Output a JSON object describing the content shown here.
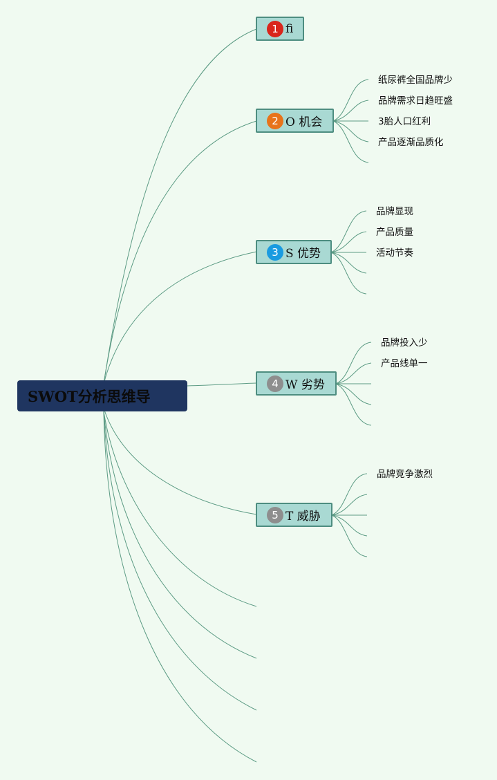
{
  "root": {
    "label": "SWOT分析思维导"
  },
  "colors": {
    "background": "#f0faf1",
    "root_fill": "#1f3560",
    "topic_fill": "#a9d9d3",
    "topic_border": "#4d8d80",
    "connector": "#5c9b84"
  },
  "topics": [
    {
      "number": "1",
      "label": "fi",
      "badge_color": "#d9261c",
      "children": []
    },
    {
      "number": "2",
      "label": "O 机会",
      "badge_color": "#e8731a",
      "children": [
        "纸尿裤全国品牌少",
        "品牌需求日趋旺盛",
        "3胎人口红利",
        "产品逐渐品质化",
        ""
      ]
    },
    {
      "number": "3",
      "label": "S 优势",
      "badge_color": "#1a9be0",
      "children": [
        "品牌显现",
        "产品质量",
        "活动节奏",
        "",
        ""
      ]
    },
    {
      "number": "4",
      "label": "W 劣势",
      "badge_color": "#8e8e8e",
      "children": [
        "品牌投入少",
        "产品线单一",
        "",
        "",
        ""
      ]
    },
    {
      "number": "5",
      "label": "T 威胁",
      "badge_color": "#8e8e8e",
      "children": [
        "品牌竞争激烈",
        "",
        "",
        "",
        ""
      ]
    }
  ]
}
